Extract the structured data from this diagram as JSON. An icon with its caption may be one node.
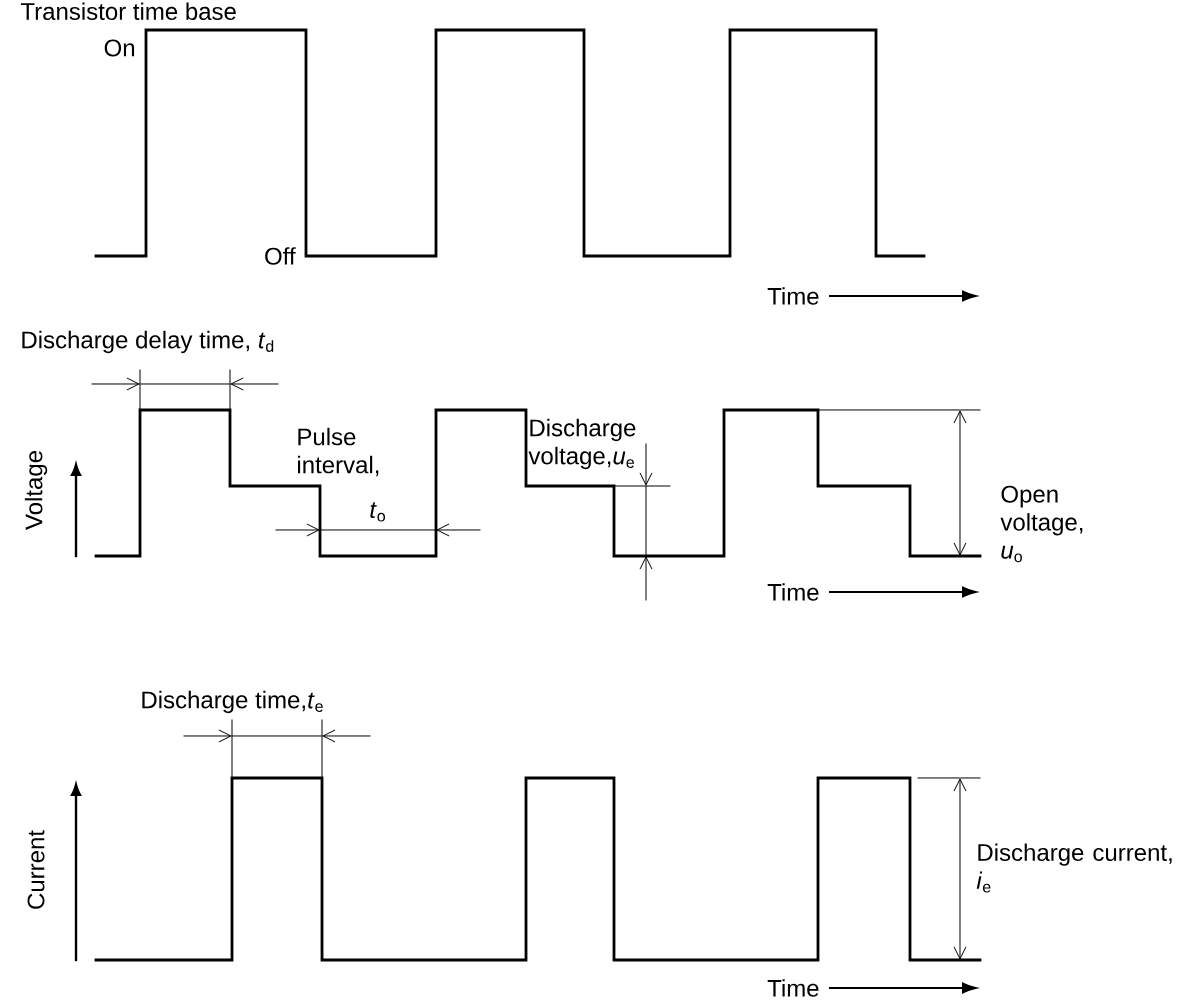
{
  "diagram": {
    "labels": [
      "Transistor time base",
      "On",
      "Off",
      "Time",
      "Discharge delay time, *t*$_{d}$",
      "Pulse interval,",
      "*t*$_{o}$",
      "Voltage",
      "Discharge voltage,*u*$_{e}$",
      "Open voltage, *u*$_{o}$",
      "Time",
      "Discharge time,*t*$_{e}$",
      "Current",
      "Discharge current, *i*$_{e}$",
      "Time"
    ]
  }
}
